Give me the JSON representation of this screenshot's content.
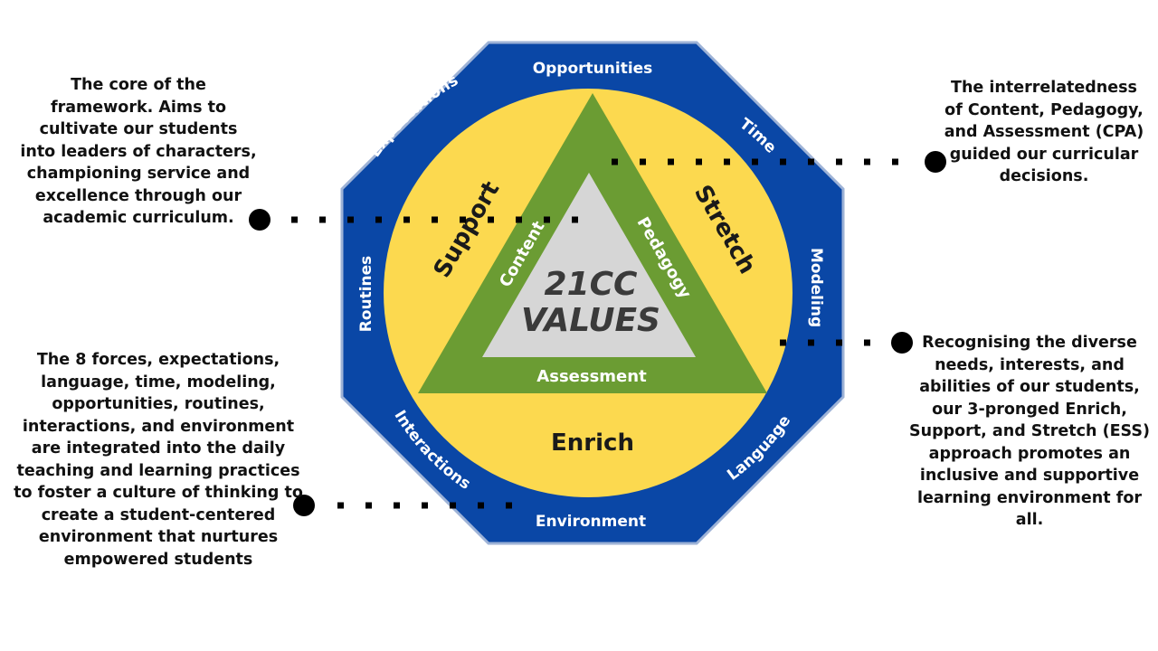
{
  "framework": {
    "core": {
      "line1": "21CC",
      "line2": "VALUES"
    },
    "cpa": {
      "content": "Content",
      "pedagogy": "Pedagogy",
      "assessment": "Assessment"
    },
    "ess": {
      "support": "Support",
      "stretch": "Stretch",
      "enrich": "Enrich"
    },
    "forces": {
      "opportunities": "Opportunities",
      "time": "Time",
      "modeling": "Modeling",
      "language": "Language",
      "environment": "Environment",
      "interactions": "Interactions",
      "routines": "Routines",
      "expectations": "Expectations"
    }
  },
  "notes": {
    "top_left": "The core of the framework. Aims to cultivate our students into leaders of characters, championing service and excellence through our academic curriculum.",
    "top_right": "The interrelatedness of Content, Pedagogy, and Assessment (CPA) guided our curricular decisions.",
    "bottom_left": "The 8 forces, expectations, language, time, modeling, opportunities, routines, interactions, and environment are integrated into the daily teaching and learning practices to foster a culture of thinking to create a student-centered environment that nurtures empowered students",
    "bottom_right": "Recognising the diverse needs, interests, and abilities of our students, our 3-pronged Enrich, Support, and Stretch (ESS) approach promotes an inclusive and supportive learning environment for all."
  },
  "colors": {
    "octagon": "#0a47a6",
    "octagon_border": "#9db2d6",
    "circle": "#fcd94f",
    "triangle": "#6b9c33",
    "core": "#d6d6d6",
    "dots": "#000000"
  }
}
